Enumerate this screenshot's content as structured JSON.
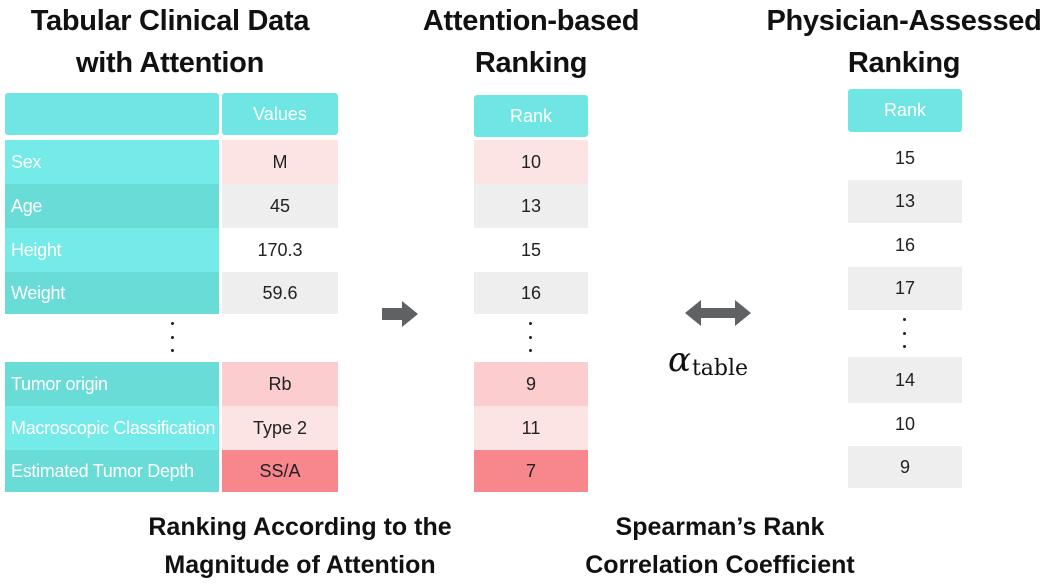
{
  "titles": {
    "left_1": "Tabular Clinical Data",
    "left_2": "with Attention",
    "mid_1": "Attention-based",
    "mid_2": "Ranking",
    "right_1": "Physician-Assessed",
    "right_2": "Ranking"
  },
  "captions": {
    "left_1": "Ranking According to the",
    "left_2": "Magnitude of Attention",
    "right_1": "Spearman’s Rank",
    "right_2": "Correlation Coefficient"
  },
  "table": {
    "values_header": "Values",
    "rows": [
      {
        "feature": "Sex",
        "value": "M"
      },
      {
        "feature": "Age",
        "value": "45"
      },
      {
        "feature": "Height",
        "value": "170.3"
      },
      {
        "feature": "Weight",
        "value": "59.6"
      },
      {
        "feature": "Tumor origin",
        "value": "Rb"
      },
      {
        "feature": "Macroscopic Classification",
        "value": "Type 2"
      },
      {
        "feature": "Estimated Tumor Depth",
        "value": "SS/A"
      }
    ]
  },
  "attention_ranking": {
    "header": "Rank",
    "ranks": [
      "10",
      "13",
      "15",
      "16",
      "9",
      "11",
      "7"
    ]
  },
  "physician_ranking": {
    "header": "Rank",
    "ranks": [
      "15",
      "13",
      "16",
      "17",
      "14",
      "10",
      "9"
    ]
  },
  "alpha": {
    "symbol": "α",
    "subscript": "table"
  },
  "colors": {
    "header_cyan": "#6fe6e3",
    "feature_cyan_light": "#74ebe8",
    "feature_cyan_dark": "#69dcd8",
    "row_gray": "#eeeeee",
    "pink_light": "#fde4e4",
    "pink_mid": "#fbcdcf",
    "pink_strong": "#f7868d",
    "arrow_gray": "#5f6163"
  }
}
